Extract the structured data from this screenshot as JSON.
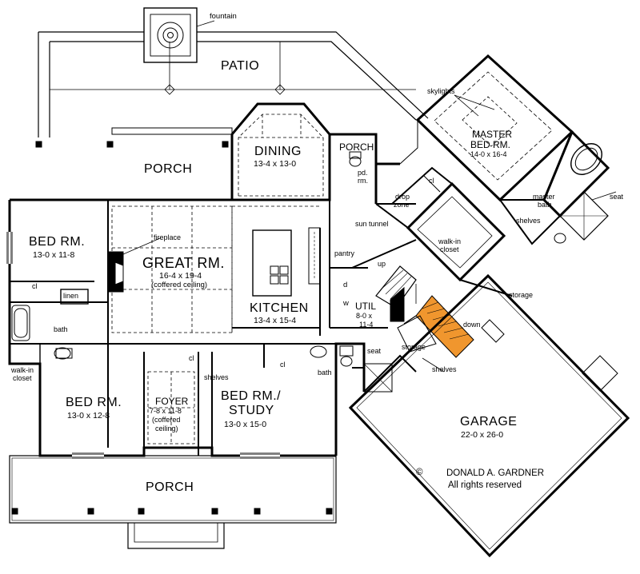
{
  "rooms": {
    "patio": {
      "name": "PATIO"
    },
    "porch_rear": {
      "name": "PORCH"
    },
    "porch_master": {
      "name": "PORCH"
    },
    "porch_front": {
      "name": "PORCH"
    },
    "dining": {
      "name": "DINING",
      "size": "13-4 x 13-0"
    },
    "master": {
      "name1": "MASTER",
      "name2": "BED RM.",
      "size": "14-0 x 16-4"
    },
    "bed1": {
      "name": "BED RM.",
      "size": "13-0 x 11-8"
    },
    "great": {
      "name": "GREAT RM.",
      "size": "16-4 x 19-4",
      "note": "(coffered ceiling)"
    },
    "kitchen": {
      "name": "KITCHEN",
      "size": "13-4 x 15-4"
    },
    "util": {
      "name": "UTIL",
      "size1": "8-0 x",
      "size2": "11-4"
    },
    "bed2": {
      "name": "BED RM.",
      "size": "13-0 x 12-8"
    },
    "foyer": {
      "name": "FOYER",
      "size": "7-8 x 11-8",
      "note1": "(coffered",
      "note2": "ceiling)"
    },
    "study": {
      "name1": "BED RM./",
      "name2": "STUDY",
      "size": "13-0 x 15-0"
    },
    "garage": {
      "name": "GARAGE",
      "size": "22-0 x 26-0"
    }
  },
  "labels": {
    "fountain": "fountain",
    "skylights": "skylights",
    "pd_rm1": "pd.",
    "pd_rm2": "rm.",
    "cl_master": "cl",
    "drop_zone1": "drop",
    "drop_zone2": "zone",
    "master_bath1": "master",
    "master_bath2": "bath",
    "seat_master": "seat",
    "shelves_master": "shelves",
    "walkin_master1": "walk-in",
    "walkin_master2": "closet",
    "sun_tunnel": "sun tunnel",
    "pantry": "pantry",
    "fireplace": "fireplace",
    "cl_bed1": "cl",
    "linen": "linen",
    "bath_bed": "bath",
    "walkin_bed1": "walk-in",
    "walkin_bed2": "closet",
    "up": "up",
    "d": "d",
    "w": "w",
    "storage1": "storage",
    "down": "down",
    "storage2": "storage",
    "shelves2": "shelves",
    "seat2": "seat",
    "cl_foyer": "cl",
    "shelves_study": "shelves",
    "cl_study": "cl",
    "bath_study": "bath"
  },
  "copyright": {
    "symbol": "©",
    "line1": "DONALD A. GARDNER",
    "line2": "All rights reserved"
  },
  "colors": {
    "stair_highlight": "#f0962e",
    "ink": "#000000"
  }
}
